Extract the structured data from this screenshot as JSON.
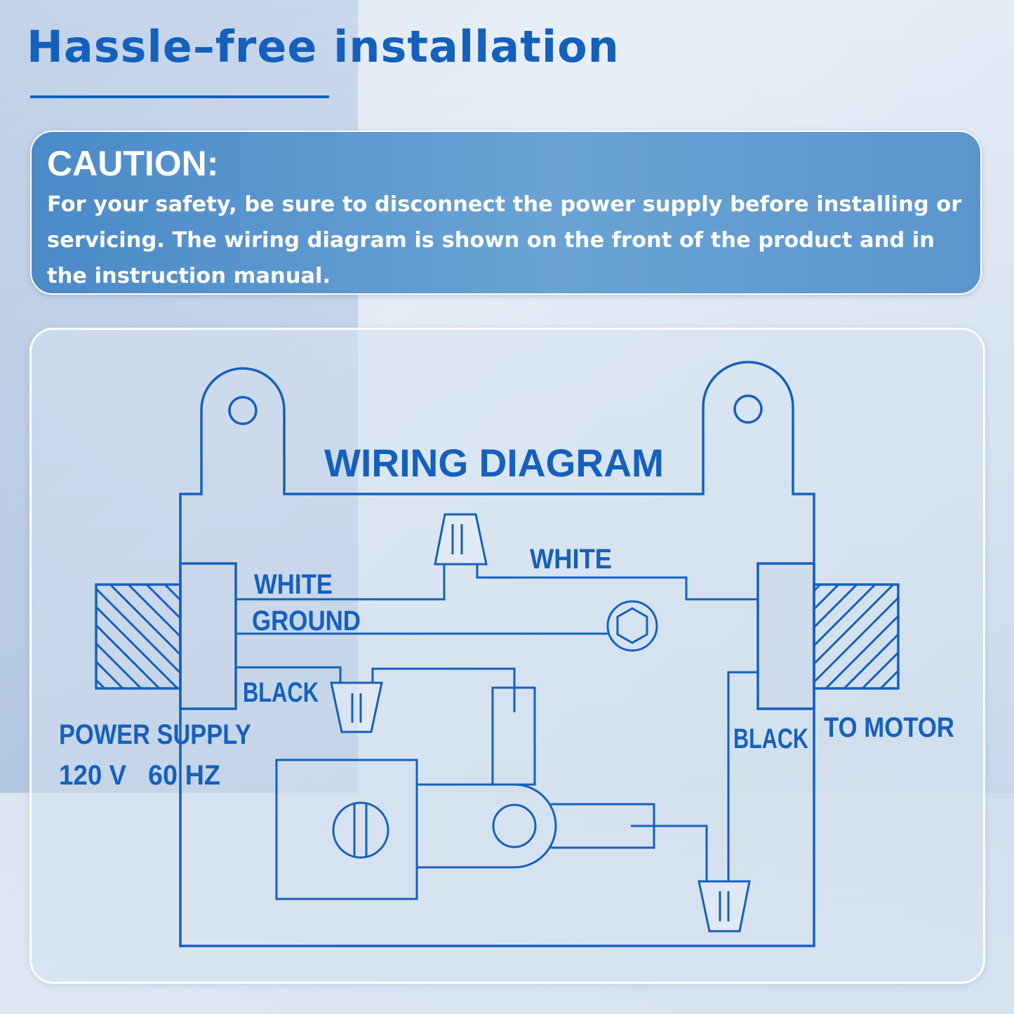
{
  "header": {
    "title": "Hassle–free installation"
  },
  "caution": {
    "heading": "CAUTION:",
    "body": "For your safety, be sure to disconnect the power supply before installing or servicing. The wiring diagram is shown on the front of the product and in the instruction manual."
  },
  "diagram": {
    "title": "WIRING DIAGRAM",
    "labels": {
      "white_left": "WHITE",
      "white_right": "WHITE",
      "ground": "GROUND",
      "black_left": "BLACK",
      "black_right": "BLACK",
      "power_supply": "POWER SUPPLY",
      "voltage": "120 V",
      "frequency": "60 HZ",
      "to_motor": "TO MOTOR"
    },
    "colors": {
      "line": "#1560bd"
    }
  }
}
